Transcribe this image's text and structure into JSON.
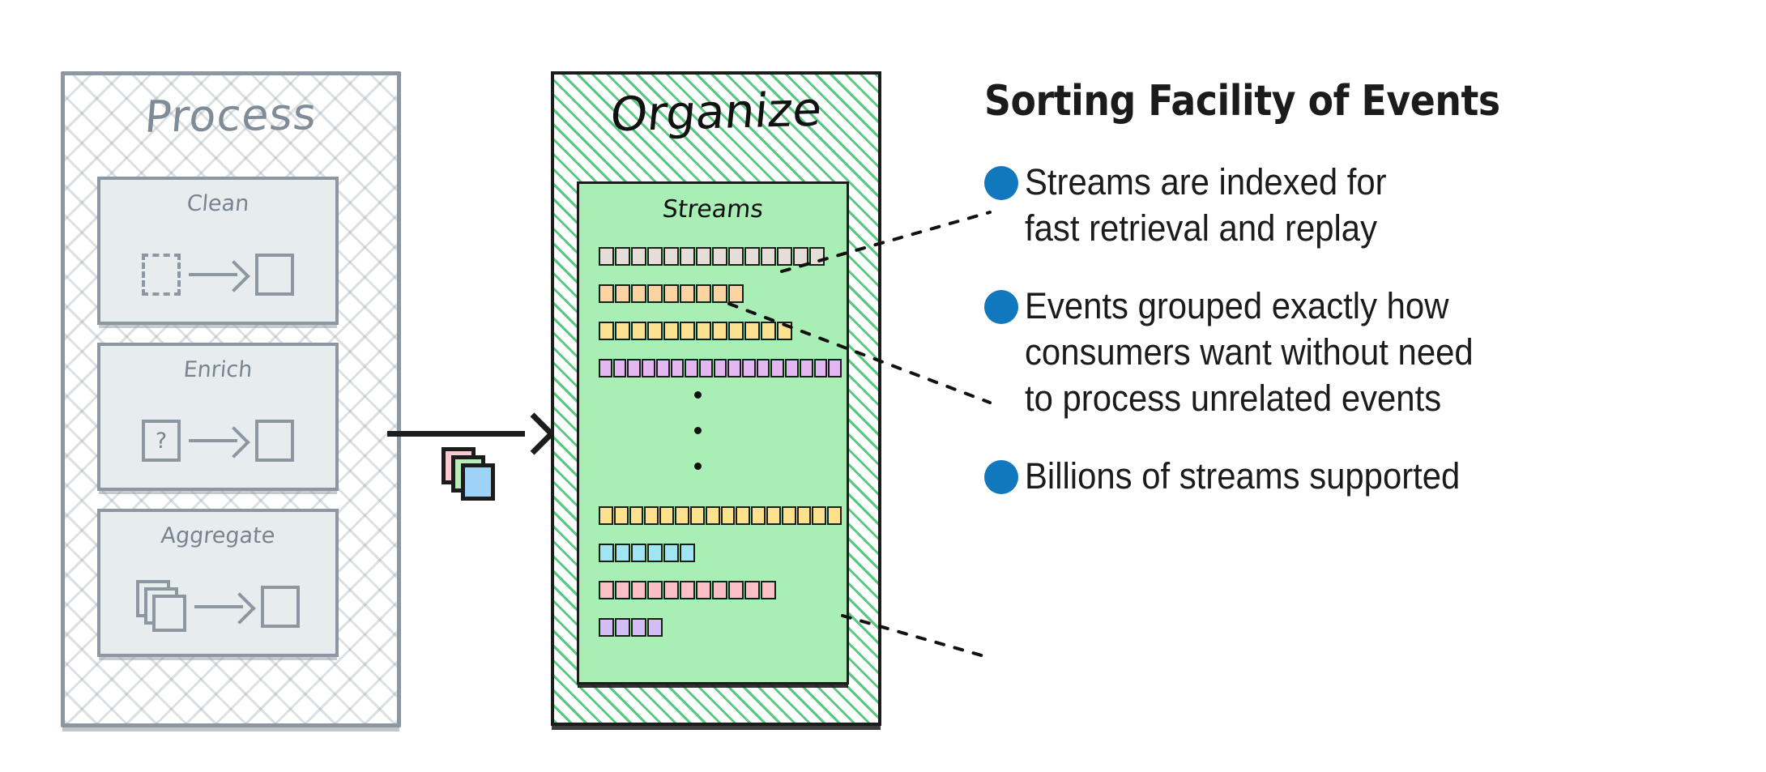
{
  "left_panel": {
    "title": "Process",
    "boxes": [
      {
        "label": "Clean",
        "icon_left": "dashed-square-icon",
        "icon_right": "square-icon",
        "arrow": "arrow-right-icon"
      },
      {
        "label": "Enrich",
        "icon_left": "question-square-icon",
        "icon_right": "square-icon",
        "arrow": "arrow-right-icon"
      },
      {
        "label": "Aggregate",
        "icon_left": "stacked-squares-icon",
        "icon_right": "square-icon",
        "arrow": "arrow-right-icon"
      }
    ],
    "question_glyph": "?",
    "border_color": "#8d97a1",
    "fill_color": "#e7ecef"
  },
  "connector": {
    "arrow": "arrow-right-icon",
    "cards": [
      {
        "name": "card-pink",
        "color": "#f9c9cf"
      },
      {
        "name": "card-green",
        "color": "#b6edb9"
      },
      {
        "name": "card-blue",
        "color": "#9ed3f7"
      }
    ]
  },
  "right_panel": {
    "title": "Organize",
    "streams_title": "Streams",
    "hatch_color": "#55c97e",
    "fill_color": "#a8eeb5",
    "ellipsis": "vertical-ellipsis-icon",
    "streams_upper": [
      {
        "name": "stream-row-1",
        "color": "#e6dcd8",
        "cells": 14
      },
      {
        "name": "stream-row-2",
        "color": "#fcd3a1",
        "cells": 9
      },
      {
        "name": "stream-row-3",
        "color": "#fce28e",
        "cells": 12
      },
      {
        "name": "stream-row-4",
        "color": "#e4b7f2",
        "cells": 17
      }
    ],
    "streams_lower": [
      {
        "name": "stream-row-5",
        "color": "#fce28e",
        "cells": 16
      },
      {
        "name": "stream-row-6",
        "color": "#9fe5f2",
        "cells": 6
      },
      {
        "name": "stream-row-7",
        "color": "#fbbfc6",
        "cells": 11
      },
      {
        "name": "stream-row-8",
        "color": "#d3bdf7",
        "cells": 4
      }
    ]
  },
  "callouts": {
    "headline": "Sorting Facility of Events",
    "bullet_color": "#1178be",
    "items": [
      {
        "name": "callout-indexed",
        "text": "Streams are indexed for\nfast retrieval and replay"
      },
      {
        "name": "callout-grouped",
        "text": "Events grouped exactly how\nconsumers want without need\nto process unrelated events"
      },
      {
        "name": "callout-billions",
        "text": "Billions of streams supported"
      }
    ]
  }
}
